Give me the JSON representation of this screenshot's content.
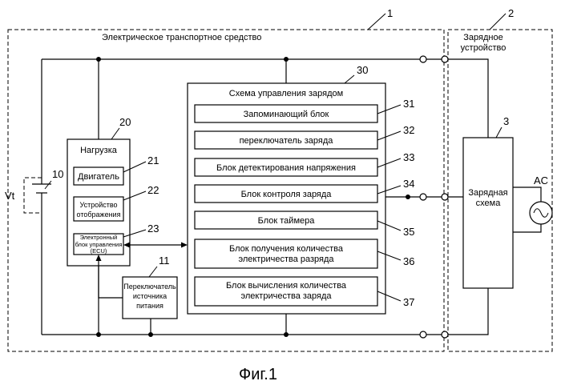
{
  "frame_vehicle": {
    "label": "Электрическое транспортное средство",
    "ref": "1"
  },
  "frame_charger": {
    "label_line1": "Зарядное",
    "label_line2": "устройство",
    "ref": "2"
  },
  "battery": {
    "label": "Vt",
    "ref": "10"
  },
  "load": {
    "title": "Нагрузка",
    "ref": "20",
    "motor": {
      "label": "Двигатель",
      "ref": "21"
    },
    "display": {
      "line1": "Устройство",
      "line2": "отображения",
      "ref": "22"
    },
    "ecu": {
      "line1": "Электронный",
      "line2": "блок управления",
      "line3": "(ECU)",
      "ref": "23"
    }
  },
  "power_switch": {
    "line1": "Переключатель",
    "line2": "источника",
    "line3": "питания",
    "ref": "11"
  },
  "charge_control": {
    "title": "Схема управления зарядом",
    "ref": "30",
    "blocks": [
      {
        "line1": "Запоминающий блок",
        "line2": "",
        "ref": "31"
      },
      {
        "line1": "переключатель заряда",
        "line2": "",
        "ref": "32"
      },
      {
        "line1": "Блок детектирования напряжения",
        "line2": "",
        "ref": "33"
      },
      {
        "line1": "Блок контроля заряда",
        "line2": "",
        "ref": "34"
      },
      {
        "line1": "Блок таймера",
        "line2": "",
        "ref": "35"
      },
      {
        "line1": "Блок получения количества",
        "line2": "электричества разряда",
        "ref": "36"
      },
      {
        "line1": "Блок вычисления количества",
        "line2": "электричества заряда",
        "ref": "37"
      }
    ]
  },
  "charging_circuit": {
    "line1": "Зарядная",
    "line2": "схема",
    "ref": "3"
  },
  "ac_source": {
    "label": "AC"
  },
  "figure_caption": "Фиг.1"
}
